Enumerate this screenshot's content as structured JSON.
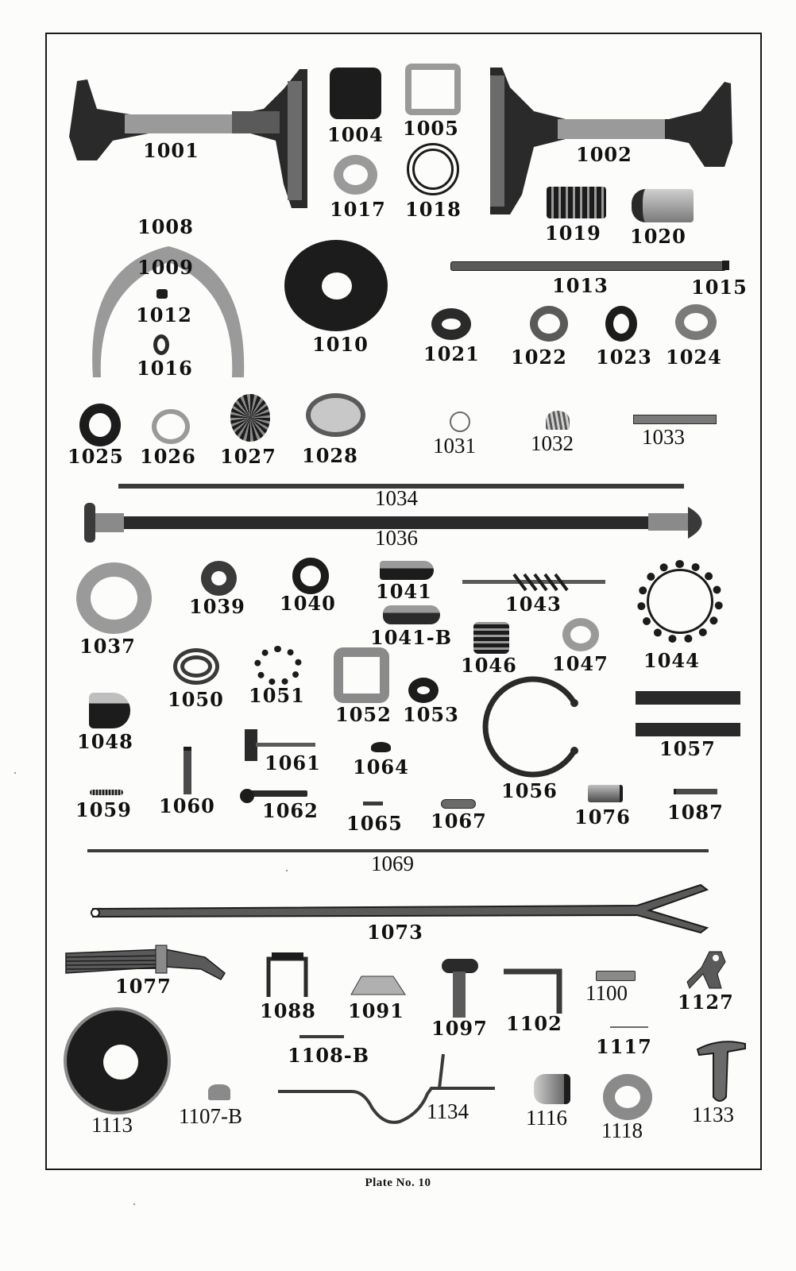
{
  "plate": {
    "caption": "Plate No. 10"
  },
  "parts": {
    "p1001": "1001",
    "p1002": "1002",
    "p1004": "1004",
    "p1005": "1005",
    "p1008": "1008",
    "p1009": "1009",
    "p1010": "1010",
    "p1012": "1012",
    "p1013": "1013",
    "p1015": "1015",
    "p1016": "1016",
    "p1017": "1017",
    "p1018": "1018",
    "p1019": "1019",
    "p1020": "1020",
    "p1021": "1021",
    "p1022": "1022",
    "p1023": "1023",
    "p1024": "1024",
    "p1025": "1025",
    "p1026": "1026",
    "p1027": "1027",
    "p1028": "1028",
    "p1031": "1031",
    "p1032": "1032",
    "p1033": "1033",
    "p1034": "1034",
    "p1036": "1036",
    "p1037": "1037",
    "p1039": "1039",
    "p1040": "1040",
    "p1041": "1041",
    "p1041B": "1041-B",
    "p1043": "1043",
    "p1044": "1044",
    "p1046": "1046",
    "p1047": "1047",
    "p1048": "1048",
    "p1050": "1050",
    "p1051": "1051",
    "p1052": "1052",
    "p1053": "1053",
    "p1056": "1056",
    "p1057": "1057",
    "p1059": "1059",
    "p1060": "1060",
    "p1061": "1061",
    "p1062": "1062",
    "p1064": "1064",
    "p1065": "1065",
    "p1067": "1067",
    "p1069": "1069",
    "p1073": "1073",
    "p1076": "1076",
    "p1077": "1077",
    "p1087": "1087",
    "p1088": "1088",
    "p1091": "1091",
    "p1097": "1097",
    "p1100": "1100",
    "p1102": "1102",
    "p1107B": "1107-B",
    "p1108B": "1108-B",
    "p1113": "1113",
    "p1116": "1116",
    "p1117": "1117",
    "p1118": "1118",
    "p1127": "1127",
    "p1133": "1133",
    "p1134": "1134"
  }
}
